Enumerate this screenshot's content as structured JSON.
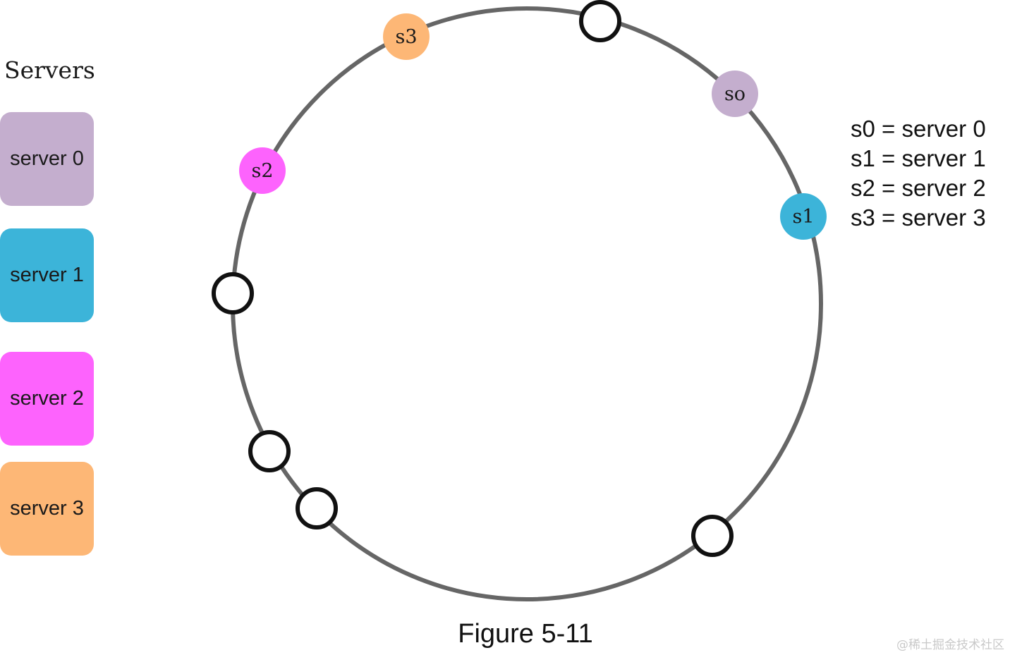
{
  "servers_heading": "Servers",
  "servers": [
    {
      "id": "s0",
      "label": "server 0",
      "ring_label": "so",
      "color": "#c4aece"
    },
    {
      "id": "s1",
      "label": "server 1",
      "ring_label": "s1",
      "color": "#3cb4d9"
    },
    {
      "id": "s2",
      "label": "server 2",
      "ring_label": "s2",
      "color": "#fd63fd"
    },
    {
      "id": "s3",
      "label": "server 3",
      "ring_label": "s3",
      "color": "#fdb776"
    }
  ],
  "legend": [
    "s0 = server 0",
    "s1 = server 1",
    "s2 = server 2",
    "s3 = server 3"
  ],
  "caption": "Figure 5-11",
  "watermark": "@稀土掘金技术社区",
  "ring": {
    "stroke_color": "#666666",
    "key_stroke_color": "#111111"
  }
}
